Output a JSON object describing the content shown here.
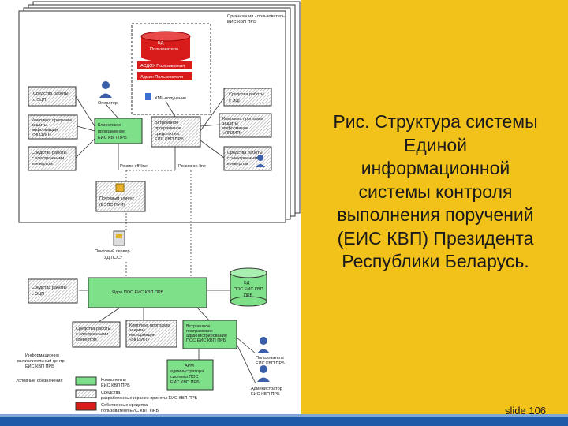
{
  "caption": {
    "lines": [
      "Рис. Структура системы",
      "Единой",
      "информационной",
      "системы контроля",
      "выполнения поручений",
      "(ЕИС КВП) Президента",
      "Республики Беларусь."
    ]
  },
  "slide_number": "slide 106",
  "diagram": {
    "org_label": [
      "Организация - пользователь",
      "ЕИС КВП ПРБ"
    ],
    "db_users": [
      "БД",
      "Пользователя"
    ],
    "asdou_label": "АСДОУ Пользователя",
    "admin_user_label": "Админ Пользователя",
    "xml_label": "XML-получение",
    "operator_label": "Оператор",
    "ecp_left": [
      "Средства работы",
      "с ЭЦП"
    ],
    "ecp_right": [
      "Средства работы",
      "с ЭЦП"
    ],
    "protect_left": [
      "Комплекс программ",
      "защиты",
      "информации",
      "«ЯПЗИП»"
    ],
    "protect_right": [
      "Комплекс программ",
      "защиты",
      "информации",
      "«ЯПЗИП»"
    ],
    "client_prog": [
      "Клиентское",
      "программное",
      "ЕИС КВП ПРБ"
    ],
    "embedded_prog": [
      "Встроенное",
      "программное",
      "средство на",
      "ЕИС КВП ПРБ"
    ],
    "edoc_left": [
      "Средства работы",
      "с электронными",
      "конвертом"
    ],
    "edoc_right": [
      "Средства работы",
      "с электронными",
      "конвертом"
    ],
    "mode_offline": "Режим off-line",
    "mode_online": "Режим on-line",
    "mail_client": [
      "Почтовый клиент",
      "(ЕЭПС ПУИ)"
    ],
    "mail_server": [
      "Почтовый сервер",
      "УД ЛССУ"
    ],
    "ecp_center": [
      "Средства работы",
      "с ЭЦП"
    ],
    "core_label": "Ядро ПОС ЕИС КВП ПРБ",
    "db_core": [
      "БД",
      "ПОС ЕИС КВП",
      "ПРБ"
    ],
    "edoc_bottom": [
      "Средства работы",
      "с электронными",
      "конвертом"
    ],
    "protect_bottom": [
      "Комплекс программ",
      "защиты",
      "информации",
      "«ЯПЗИП»"
    ],
    "embedded_bottom": [
      "Встроенное",
      "программное",
      "администрирования",
      "ПОС ЕИС КВП ПРБ"
    ],
    "info_center": [
      "Информационно",
      "вычислительный центр",
      "ЕИС КВП ПРБ"
    ],
    "admin_arm": [
      "АРМ",
      "администратора",
      "системы ПОС",
      "ЕИС КВП ПРБ"
    ],
    "user_system": [
      "Пользователь",
      "ЕИС КВП ПРБ"
    ],
    "admin_system": [
      "Администратор",
      "ЕИС КВП ПРБ"
    ],
    "legend_title": "Условные обозначения",
    "legend": [
      [
        "Компоненты",
        "ЕИС КВП ПРБ"
      ],
      [
        "Средства,",
        "разработанные и ранее приняты ЕИС КВП ПРБ"
      ],
      [
        "Собственные средства",
        "пользователя ЕИС КВП ПРБ"
      ]
    ],
    "colors": {
      "green": "#7fe08a",
      "red": "#d81b1b",
      "grid": "#bbbbbb"
    }
  }
}
